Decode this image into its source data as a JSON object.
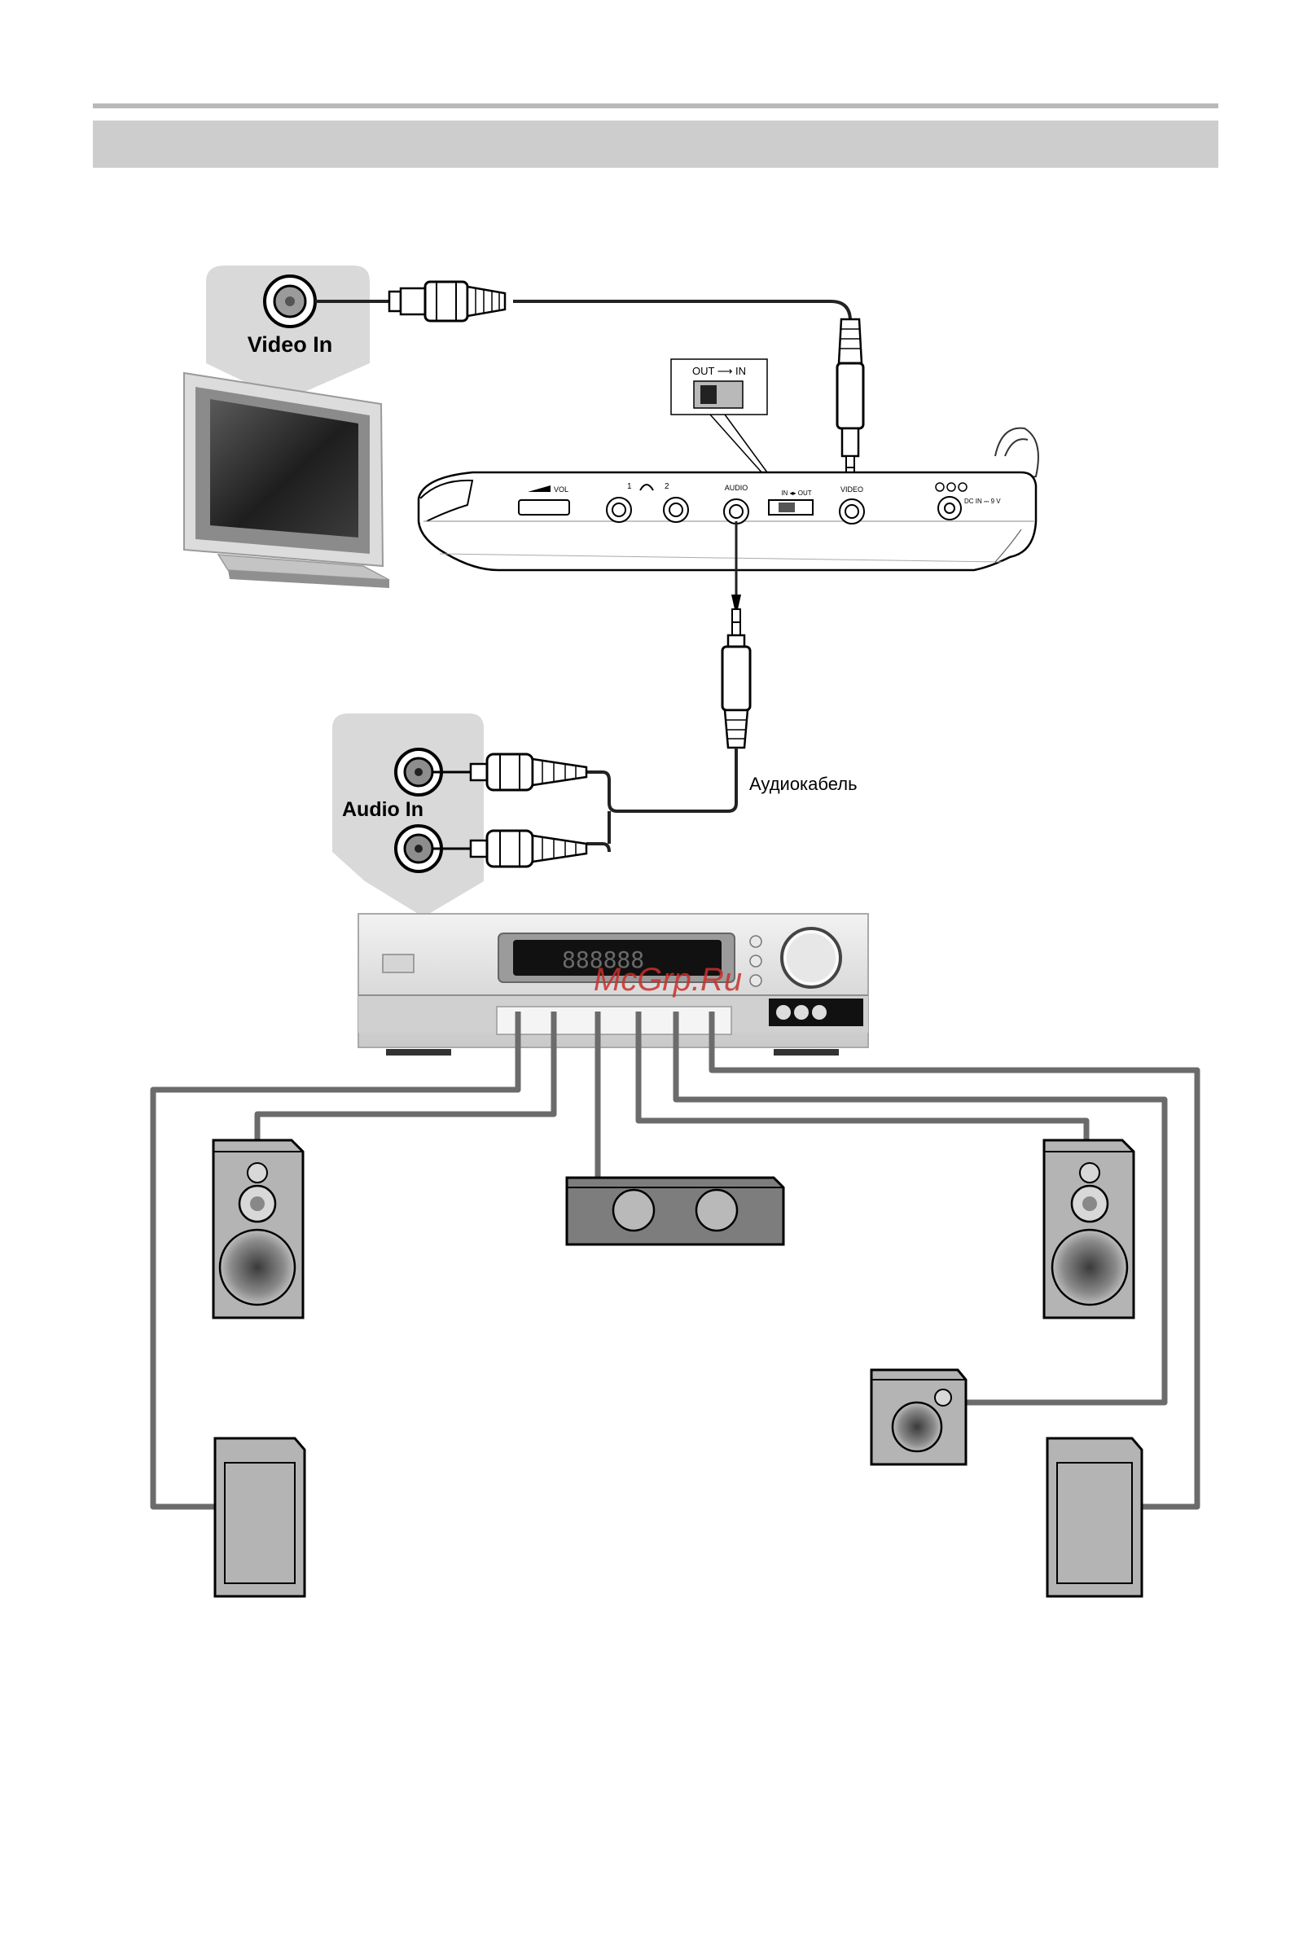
{
  "header": {
    "title": ""
  },
  "labels": {
    "video_in": "Video In",
    "audio_in": "Audio In",
    "audio_cable": "Аудиокабель",
    "switch_legend": "OUT ⟶ IN",
    "watermark": "McGrp.Ru"
  },
  "player_panel": {
    "vol": "VOL",
    "phones_1": "1",
    "phones_2": "2",
    "audio": "AUDIO",
    "switch": "IN ◂▸ OUT",
    "video": "VIDEO",
    "dc_in": "DC IN ⎓ 9 V"
  },
  "colors": {
    "header_bar": "#cdcdcd",
    "top_rule": "#b9b9b9",
    "speaker_body": "#b4b4b4",
    "center_body": "#7d7d7d",
    "wire": "#6b6b6b",
    "watermark": "#c9302c",
    "callout_bg": "#d9d9d9"
  }
}
